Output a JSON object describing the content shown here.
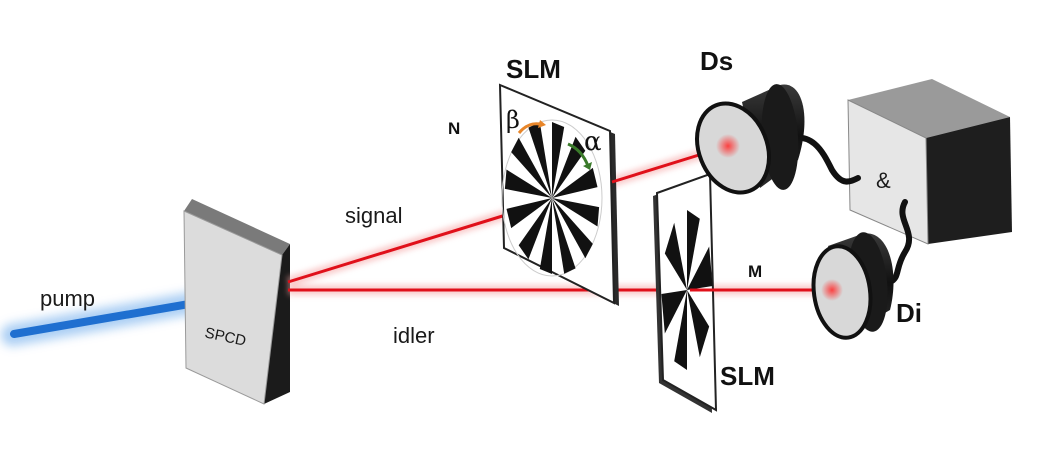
{
  "labels": {
    "pump": "pump",
    "spcd": "SPCD",
    "signal": "signal",
    "idler": "idler",
    "slm_top": "SLM",
    "slm_bottom": "SLM",
    "n": "N",
    "m": "M",
    "beta": "β",
    "alpha": "α",
    "ds": "Ds",
    "di": "Di",
    "coincidence": "&"
  },
  "patterns": {
    "slm_top_petals": 12,
    "slm_bottom_petals": 6
  },
  "colors": {
    "pump": "#1f6fd0",
    "pump_glow": "#9cc6f2",
    "beam": "#e0101a",
    "beam_glow": "#f5a0a0",
    "beta_arrow": "#e8862a",
    "alpha_arrow": "#3a7a2a",
    "detector_body": "#1c1c1c",
    "detector_face": "#d8d8d8",
    "box_side": "#1e1e1e",
    "box_front": "#e6e6e6"
  }
}
